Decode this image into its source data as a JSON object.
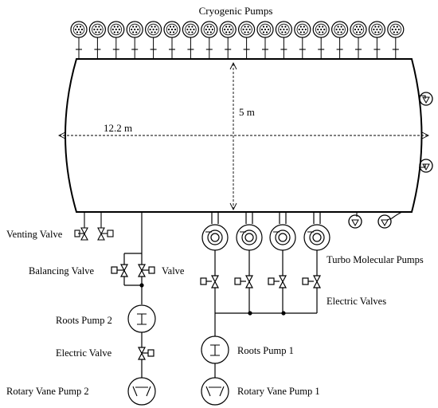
{
  "labels": {
    "cryogenic_pumps": "Cryogenic Pumps",
    "height": "5 m",
    "length": "12.2 m",
    "venting_valve": "Venting Valve",
    "balancing_valve": "Balancing Valve",
    "valve": "Valve",
    "roots_pump_2": "Roots Pump 2",
    "electric_valve": "Electric Valve",
    "rotary_vane_pump_2": "Rotary Vane Pump 2",
    "turbo_molecular_pumps": "Turbo Molecular Pumps",
    "electric_valves": "Electric Valves",
    "roots_pump_1": "Roots Pump 1",
    "rotary_vane_pump_1": "Rotary Vane Pump 1"
  },
  "cryogenic_pump_count": 18,
  "turbo_molecular_pump_count": 4,
  "gauge_count": 4,
  "colors": {
    "line": "#000000",
    "background": "#ffffff"
  }
}
